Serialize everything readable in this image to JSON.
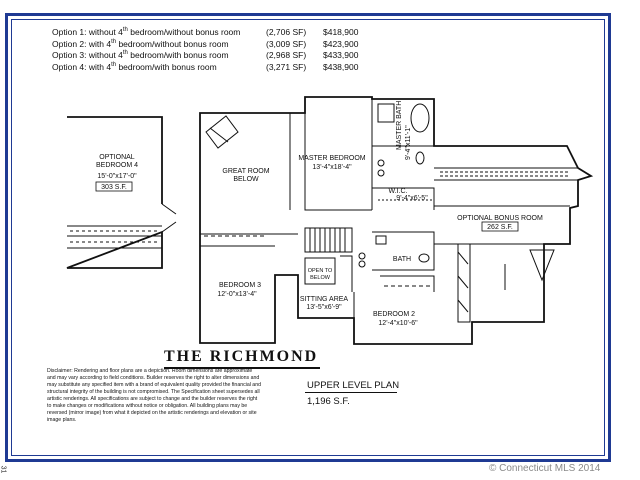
{
  "options": [
    {
      "prefix": "Option 1: without 4",
      "sup": "th",
      "suffix": " bedroom/without bonus room",
      "sf": "(2,706 SF)",
      "price": "$418,900"
    },
    {
      "prefix": "Option 2: with 4",
      "sup": "th",
      "suffix": " bedroom/without bonus room",
      "sf": "(3,009 SF)",
      "price": "$423,900"
    },
    {
      "prefix": "Option 3: without 4",
      "sup": "th",
      "suffix": " bedroom/with bonus room",
      "sf": "(2,968 SF)",
      "price": "$433,900"
    },
    {
      "prefix": "Option 4: with 4",
      "sup": "th",
      "suffix": " bedroom/with bonus room",
      "sf": "(3,271 SF)",
      "price": "$438,900"
    }
  ],
  "rooms": {
    "bedroom4": {
      "line1": "OPTIONAL",
      "line2": "BEDROOM 4",
      "dims": "15'-0\"x17'-0\"",
      "area": "303 S.F."
    },
    "great_room": {
      "line1": "GREAT ROOM",
      "line2": "BELOW"
    },
    "master_bedroom": {
      "name": "MASTER BEDROOM",
      "dims": "13'-4\"x18'-4\""
    },
    "master_bath": {
      "name": "MASTER BATH",
      "dims": "9'-4\"x11'-1\""
    },
    "wic": {
      "name": "W.I.C.",
      "dims": "9'-4\"x6'-5\""
    },
    "bonus_room": {
      "name": "OPTIONAL BONUS ROOM",
      "area": "262 S.F."
    },
    "bedroom3": {
      "name": "BEDROOM 3",
      "dims": "12'-0\"x13'-4\""
    },
    "open_below": {
      "line1": "OPEN TO",
      "line2": "BELOW"
    },
    "bath": {
      "name": "BATH"
    },
    "sitting_area": {
      "name": "SITTING AREA",
      "dims": "13'-5\"x6'-9\""
    },
    "bedroom2": {
      "name": "BEDROOM 2",
      "dims": "12'-4\"x10'-6\""
    }
  },
  "title": "THE RICHMOND",
  "disclaimer": "Disclaimer: Rendering and floor plans are a depiction. Room dimensions are approximate and may vary according to field conditions. Builder reserves the right to alter dimensions and may substitute any specified item with a brand of equivalent quality provided the financial and structural integrity of the building is not compromised. The Specification sheet supersedes all artistic renderings. All specifications are subject to change and the builder reserves the right to make changes or modifications without notice or obligation. All building plans may be reversed (mirror image) from what it depicted on the artistic renderings and elevation or site image plans.",
  "plan_label": "UPPER LEVEL PLAN",
  "plan_area": "1,196 S.F.",
  "copyright": "© Connecticut MLS 2014",
  "page_number": "31",
  "colors": {
    "frame": "#1f3a93",
    "line": "#111111",
    "copyright": "#8a8a8a"
  }
}
